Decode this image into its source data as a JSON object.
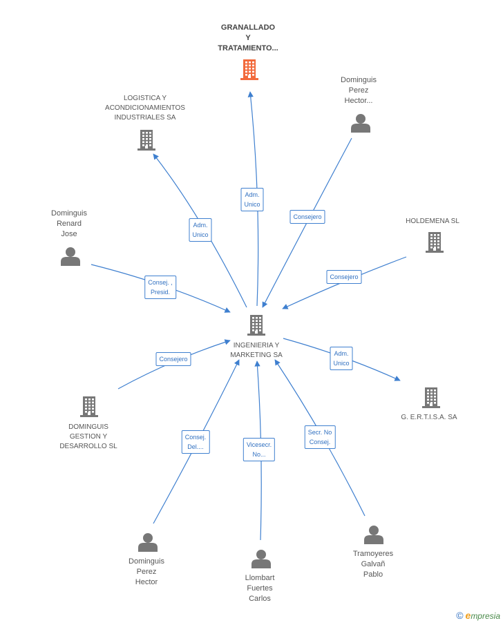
{
  "center": {
    "id": "center",
    "lines": [
      "INGENIERIA Y",
      "MARKETING SA"
    ],
    "type": "company",
    "color": "#777777"
  },
  "nodes": [
    {
      "id": "granallado",
      "lines": [
        "GRANALLADO",
        "Y",
        "TRATAMIENTO..."
      ],
      "type": "company",
      "color": "#f26a3c",
      "main": true
    },
    {
      "id": "logistica",
      "lines": [
        "LOGISTICA Y",
        "ACONDICIONAMIENTOS",
        "INDUSTRIALES SA"
      ],
      "type": "company",
      "color": "#777777"
    },
    {
      "id": "dominguis-hector-top",
      "lines": [
        "Dominguis",
        "Perez",
        "Hector..."
      ],
      "type": "person",
      "color": "#777777"
    },
    {
      "id": "dominguis-renard",
      "lines": [
        "Dominguis",
        "Renard",
        "Jose"
      ],
      "type": "person",
      "color": "#777777"
    },
    {
      "id": "holdemena",
      "lines": [
        "HOLDEMENA SL"
      ],
      "type": "company",
      "color": "#777777"
    },
    {
      "id": "dominguis-gestion",
      "lines": [
        "DOMINGUIS",
        "GESTION Y",
        "DESARROLLO SL"
      ],
      "type": "company",
      "color": "#777777"
    },
    {
      "id": "gertisa",
      "lines": [
        "G. E.R.T.I.S.A. SA"
      ],
      "type": "company",
      "color": "#777777"
    },
    {
      "id": "dominguis-hector-bottom",
      "lines": [
        "Dominguis",
        "Perez",
        "Hector"
      ],
      "type": "person",
      "color": "#777777"
    },
    {
      "id": "llombart",
      "lines": [
        "Llombart",
        "Fuertes",
        "Carlos"
      ],
      "type": "person",
      "color": "#777777"
    },
    {
      "id": "tramoyeres",
      "lines": [
        "Tramoyeres",
        "Galvañ",
        "Pablo"
      ],
      "type": "person",
      "color": "#777777"
    }
  ],
  "edges": [
    {
      "from": "center",
      "to": "granallado",
      "label": [
        "Adm.",
        "Unico"
      ]
    },
    {
      "from": "center",
      "to": "logistica",
      "label": [
        "Adm.",
        "Unico"
      ]
    },
    {
      "from": "dominguis-hector-top",
      "to": "center",
      "label": [
        "Consejero"
      ]
    },
    {
      "from": "dominguis-renard",
      "to": "center",
      "label": [
        "Consej. ,",
        "Presid."
      ]
    },
    {
      "from": "holdemena",
      "to": "center",
      "label": [
        "Consejero"
      ]
    },
    {
      "from": "dominguis-gestion",
      "to": "center",
      "label": [
        "Consejero"
      ]
    },
    {
      "from": "center",
      "to": "gertisa",
      "label": [
        "Adm.",
        "Unico"
      ]
    },
    {
      "from": "dominguis-hector-bottom",
      "to": "center",
      "label": [
        "Consej.",
        "Del...."
      ]
    },
    {
      "from": "llombart",
      "to": "center",
      "label": [
        "Vicesecr.",
        "No..."
      ]
    },
    {
      "from": "tramoyeres",
      "to": "center",
      "label": [
        "Secr.  No",
        "Consej."
      ]
    }
  ],
  "colors": {
    "edge": "#3e7fcf",
    "company": "#777777",
    "highlight": "#f26a3c",
    "person": "#777777"
  },
  "footer": {
    "copyright": "©",
    "brand_first": "e",
    "brand_rest": "mpresia"
  }
}
